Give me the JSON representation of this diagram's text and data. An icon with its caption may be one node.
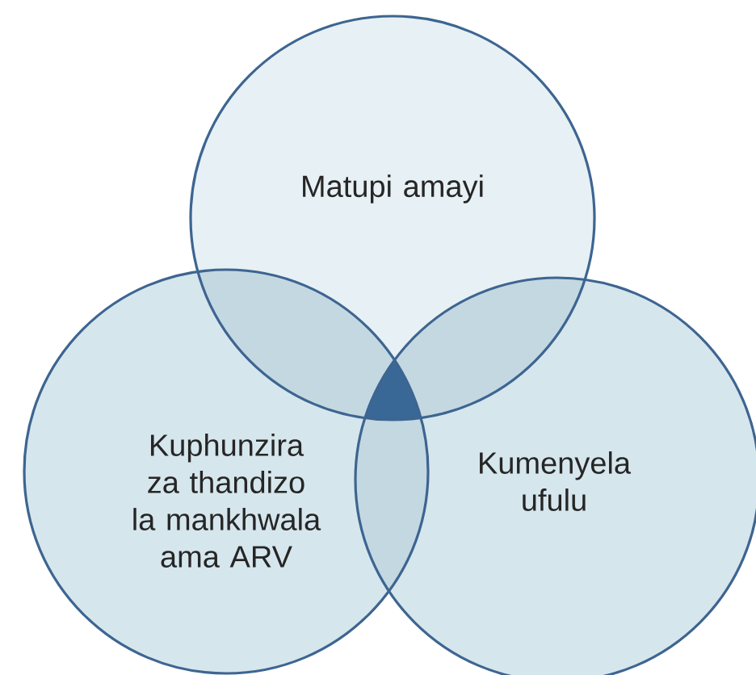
{
  "diagram": {
    "nodes": [
      {
        "text": [
          "Matupi amayi"
        ]
      },
      {
        "text": [
          "Kuphunzira za thandizo la mankhwala ama ARV"
        ]
      },
      {
        "text": [
          "Kumenyela ufulu"
        ]
      }
    ]
  }
}
